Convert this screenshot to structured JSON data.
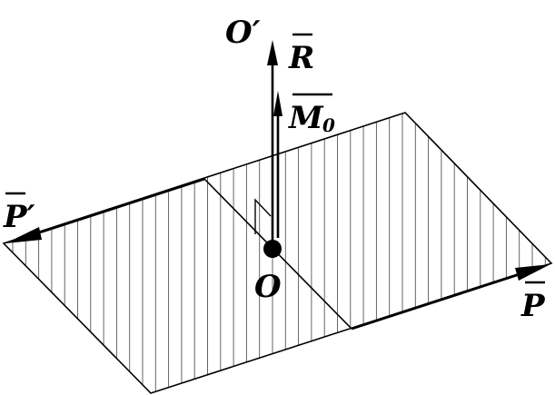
{
  "labels": {
    "origin": "O",
    "axis_top": "O′",
    "resultant": "R",
    "moment": "M",
    "moment_sub": "0",
    "force_p": "P",
    "force_p_prime": "P′"
  },
  "colors": {
    "ink": "#000000",
    "hatch": "#555555",
    "background": "#ffffff"
  }
}
